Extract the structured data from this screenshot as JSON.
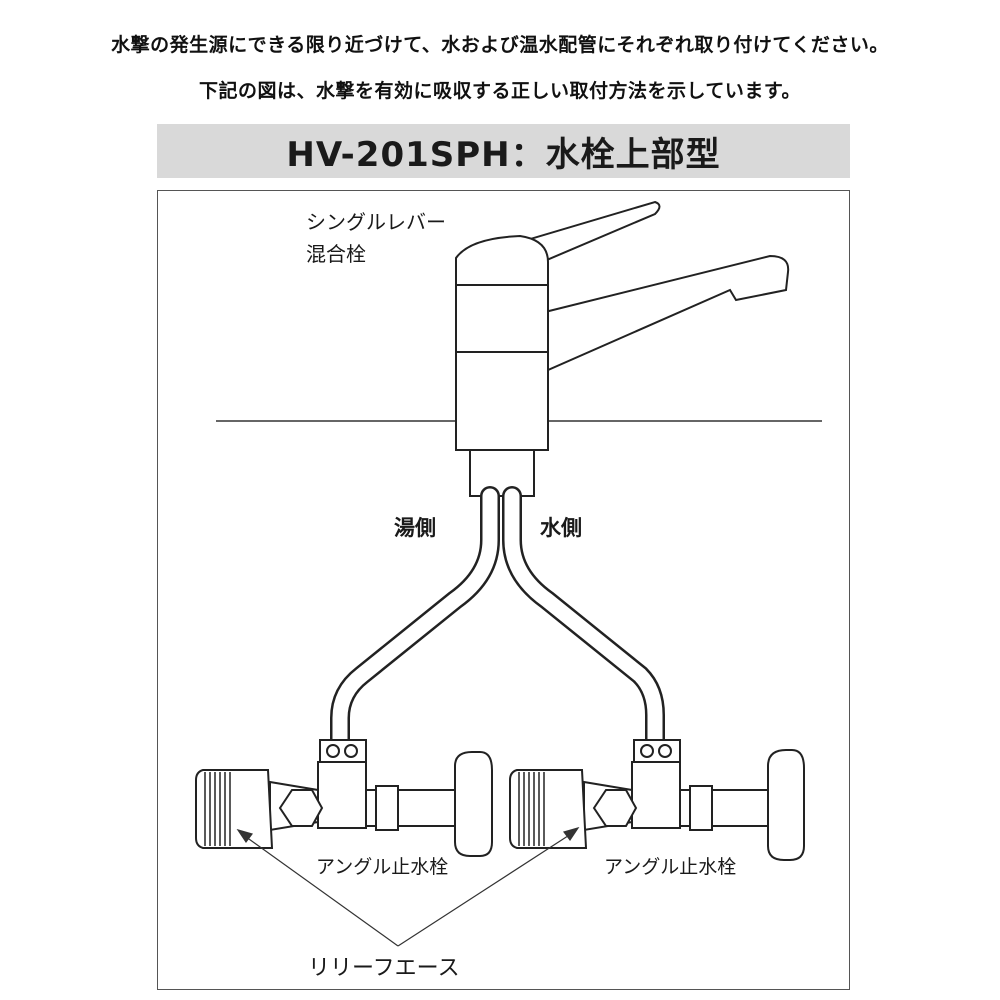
{
  "intro": {
    "line1": "水撃の発生源にできる限り近づけて、水および温水配管にそれぞれ取り付けてください。",
    "line2": "下記の図は、水撃を有効に吸収する正しい取付方法を示しています。"
  },
  "diagram": {
    "title": "HV-201SPH：水栓上部型",
    "faucet_label_line1": "シングルレバー",
    "faucet_label_line2": "混合栓",
    "hot_side_label": "湯側",
    "cold_side_label": "水側",
    "valve_label_left": "アングル止水栓",
    "valve_label_right": "アングル止水栓",
    "relief_label": "リリーフエース"
  }
}
